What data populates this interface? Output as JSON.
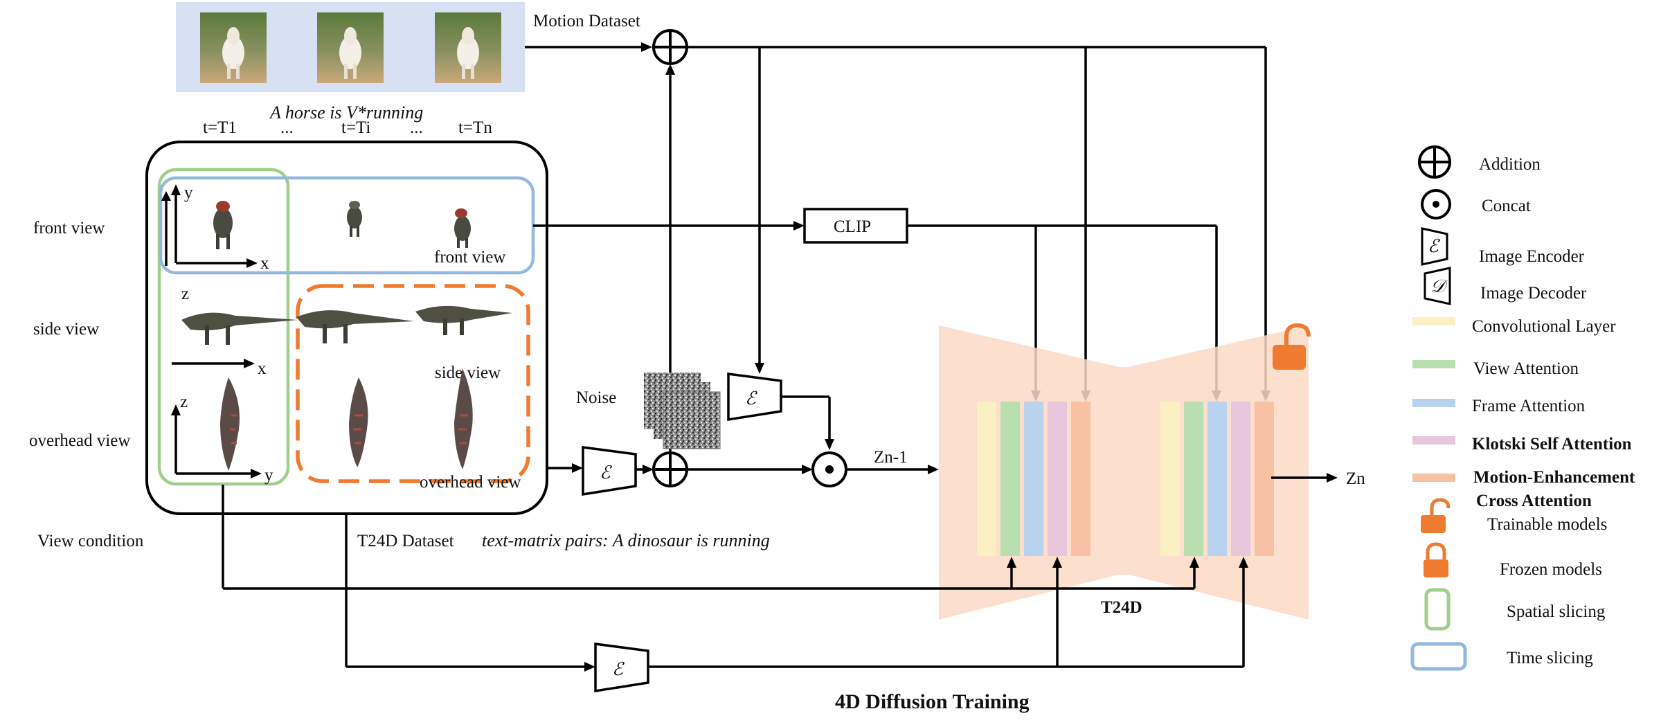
{
  "motion_dataset": {
    "label": "Motion Dataset",
    "caption": "A horse is V*running"
  },
  "timesteps": [
    "t=T1",
    "...",
    "t=Ti",
    "...",
    "t=Tn"
  ],
  "views": {
    "front": "front view",
    "side": "side view",
    "overhead": "overhead view",
    "condition": "View condition"
  },
  "box_labels": {
    "front": "front view",
    "side": "side view",
    "overhead": "overhead view"
  },
  "axes": {
    "x": "x",
    "y": "y",
    "z": "z"
  },
  "t24d_dataset": {
    "label": "T24D Dataset",
    "pairs": "text-matrix pairs: A dinosaur is running"
  },
  "blocks": {
    "clip": "CLIP",
    "noise": "Noise",
    "encoder_symbol": "ℰ",
    "decoder_symbol": "𝒟",
    "zn_minus_1": "Zn-1",
    "zn": "Zn",
    "unet": "T24D"
  },
  "title": "4D Diffusion Training",
  "legend": {
    "addition": "Addition",
    "concat": "Concat",
    "image_encoder": "Image Encoder",
    "image_decoder": "Image Decoder",
    "conv_layer": "Convolutional Layer",
    "view_attention": "View Attention",
    "frame_attention": "Frame Attention",
    "klotski": "Klotski Self Attention",
    "motion_line1": "Motion-Enhancement",
    "motion_line2": "Cross Attention",
    "trainable": "Trainable models",
    "frozen": "Frozen models",
    "spatial": "Spatial slicing",
    "time": "Time slicing"
  },
  "colors": {
    "motion_panel": "#d7e1f3",
    "unet_fill": "#fbd9c4",
    "conv": "#fbf0c2",
    "view_attention": "#b9dfb1",
    "frame_attention": "#b9d3ee",
    "klotski": "#e8c7dc",
    "motion_cross": "#f9c1a3",
    "spatial_border": "#9fcf8a",
    "time_border": "#93b8e0",
    "orange": "#ee7b30"
  }
}
